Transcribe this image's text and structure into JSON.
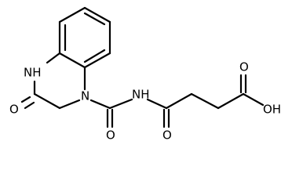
{
  "molecule": {
    "atoms": {
      "nh_ring": "NH",
      "o_lactam": "O",
      "n_ring": "N",
      "nh_amide": "NH",
      "o_urea": "O",
      "o_amide": "O",
      "o_acid": "O",
      "oh_acid": "OH"
    },
    "colors": {
      "bond": "#000000",
      "label": "#000000",
      "background": "#ffffff"
    }
  }
}
